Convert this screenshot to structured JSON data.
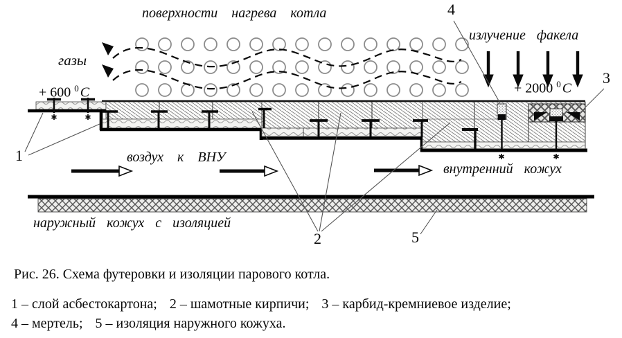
{
  "figure": {
    "title_top": "поверхности нагрева котла",
    "labels": {
      "gases": "газы",
      "radiation": "излучение факела",
      "air_duct": "воздух к ВНУ",
      "inner_casing": "внутренний кожух",
      "outer_casing": "наружный кожух с изоляцией"
    },
    "temps": {
      "left": {
        "value": "+ 600",
        "sup": "0",
        "unit": "C"
      },
      "right": {
        "value": "+ 2000",
        "sup": "0",
        "unit": "C"
      }
    },
    "callouts": {
      "c1": "1",
      "c2": "2",
      "c3": "3",
      "c4": "4",
      "c5": "5"
    },
    "caption": "Рис. 26. Схема футеровки и изоляции парового котла.",
    "legend": {
      "items": [
        "1 – слой асбестокартона;",
        "2 – шамотные кирпичи;",
        "3 – карбид-кремниевое изделие;",
        "4 – мертель;",
        "5 – изоляция наружного кожуха."
      ]
    },
    "colors": {
      "ink": "#0a0a0a",
      "tube_stroke": "#8c8c8c",
      "hatch_stroke": "#8a8a8a",
      "wavy_bg": "#f3f3f1"
    }
  }
}
